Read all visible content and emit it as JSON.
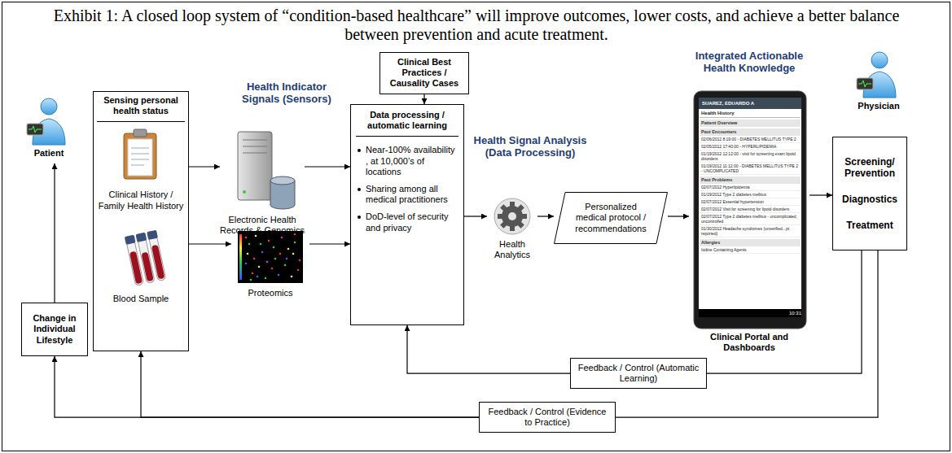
{
  "diagram": {
    "title": "Exhibit 1: A closed loop system of “condition-based healthcare” will improve outcomes, lower costs, and achieve a better balance between prevention and acute treatment.",
    "nodes": [
      {
        "text": [
          "Patient"
        ]
      },
      {
        "text": [
          "Sensing personal health status",
          "Clinical History / Family Health History",
          "Blood Sample"
        ]
      },
      {
        "text": [
          "Change in Individual Lifestyle"
        ]
      },
      {
        "text": [
          "Electronic Health Records & Genomics"
        ]
      },
      {
        "text": [
          "Proteomics"
        ]
      },
      {
        "text": [
          "Clinical Best Practices / Causality Cases"
        ]
      },
      {
        "text": [
          "Data processing / automatic learning",
          "Near-100% availability , at 10,000’s of locations",
          "Sharing among all medical practitioners",
          "DoD-level of security and privacy"
        ]
      },
      {
        "text": [
          "Health Analytics"
        ]
      },
      {
        "text": [
          "Personalized medical protocol / recommendations"
        ]
      },
      {
        "text": [
          "Integrated Actionable Health Knowledge",
          "Clinical Portal and Dashboards"
        ]
      },
      {
        "text": [
          "Physician"
        ]
      },
      {
        "text": [
          "Screening/ Prevention",
          "Diagnostics",
          "Treatment"
        ]
      },
      {
        "text": [
          "Feedback / Control (Automatic Learning)"
        ]
      },
      {
        "text": [
          "Feedback / Control (Evidence to Practice)"
        ]
      }
    ],
    "edges": [
      {
        "from": 2,
        "to": 0,
        "arrow": "to"
      },
      {
        "from": 1,
        "to": 3,
        "arrow": "to"
      },
      {
        "from": 1,
        "to": 4,
        "arrow": "to"
      },
      {
        "from": 3,
        "to": 6,
        "arrow": "to"
      },
      {
        "from": 4,
        "to": 6,
        "arrow": "to"
      },
      {
        "from": 5,
        "to": 6,
        "arrow": "to"
      },
      {
        "from": 6,
        "to": 7,
        "arrow": "to"
      },
      {
        "from": 7,
        "to": 8,
        "arrow": "to"
      },
      {
        "from": 8,
        "to": 9,
        "arrow": "to"
      },
      {
        "from": 9,
        "to": 11,
        "arrow": "to"
      },
      {
        "from": 11,
        "to": 12,
        "arrow": "none"
      },
      {
        "from": 12,
        "to": 6,
        "arrow": "to"
      },
      {
        "from": 11,
        "to": 13,
        "arrow": "none"
      },
      {
        "from": 13,
        "to": 1,
        "arrow": "to"
      },
      {
        "from": 13,
        "to": 2,
        "arrow": "to"
      }
    ],
    "labels": [
      "Health Indicator Signals (Sensors)",
      "Health Signal Analysis (Data Processing)",
      "SUAREZ, EDUARDO A",
      "Health History",
      "Patient Overview",
      "Past Encounters",
      "02/06/2012 8:19:00 - DIABETES MELLITUS TYPE 2",
      "02/05/2012 17:40:00 - HYPERLIPIDEMIA",
      "01/19/2012 12:12:00 - visit for screening exam lipoid disorders",
      "01/19/2012 11:12:00 - DIABETES MELLITUS TYPE 2 - UNCOMPLICATED",
      "Past Problems",
      "02/07/2012 Hyperlipidemia",
      "01/19/2012 Type 2 diabetes mellitus",
      "02/07/2012 Essential hypertension",
      "02/07/2012 Visit for screening for lipoid disorders",
      "02/07/2012 Type 2 diabetes mellitus - uncomplicated, uncontrolled",
      "01/30/2012 Headache syndromes (unverified...pt reported)",
      "Allergies",
      "Iodine Containing Agents",
      "10:31"
    ]
  }
}
